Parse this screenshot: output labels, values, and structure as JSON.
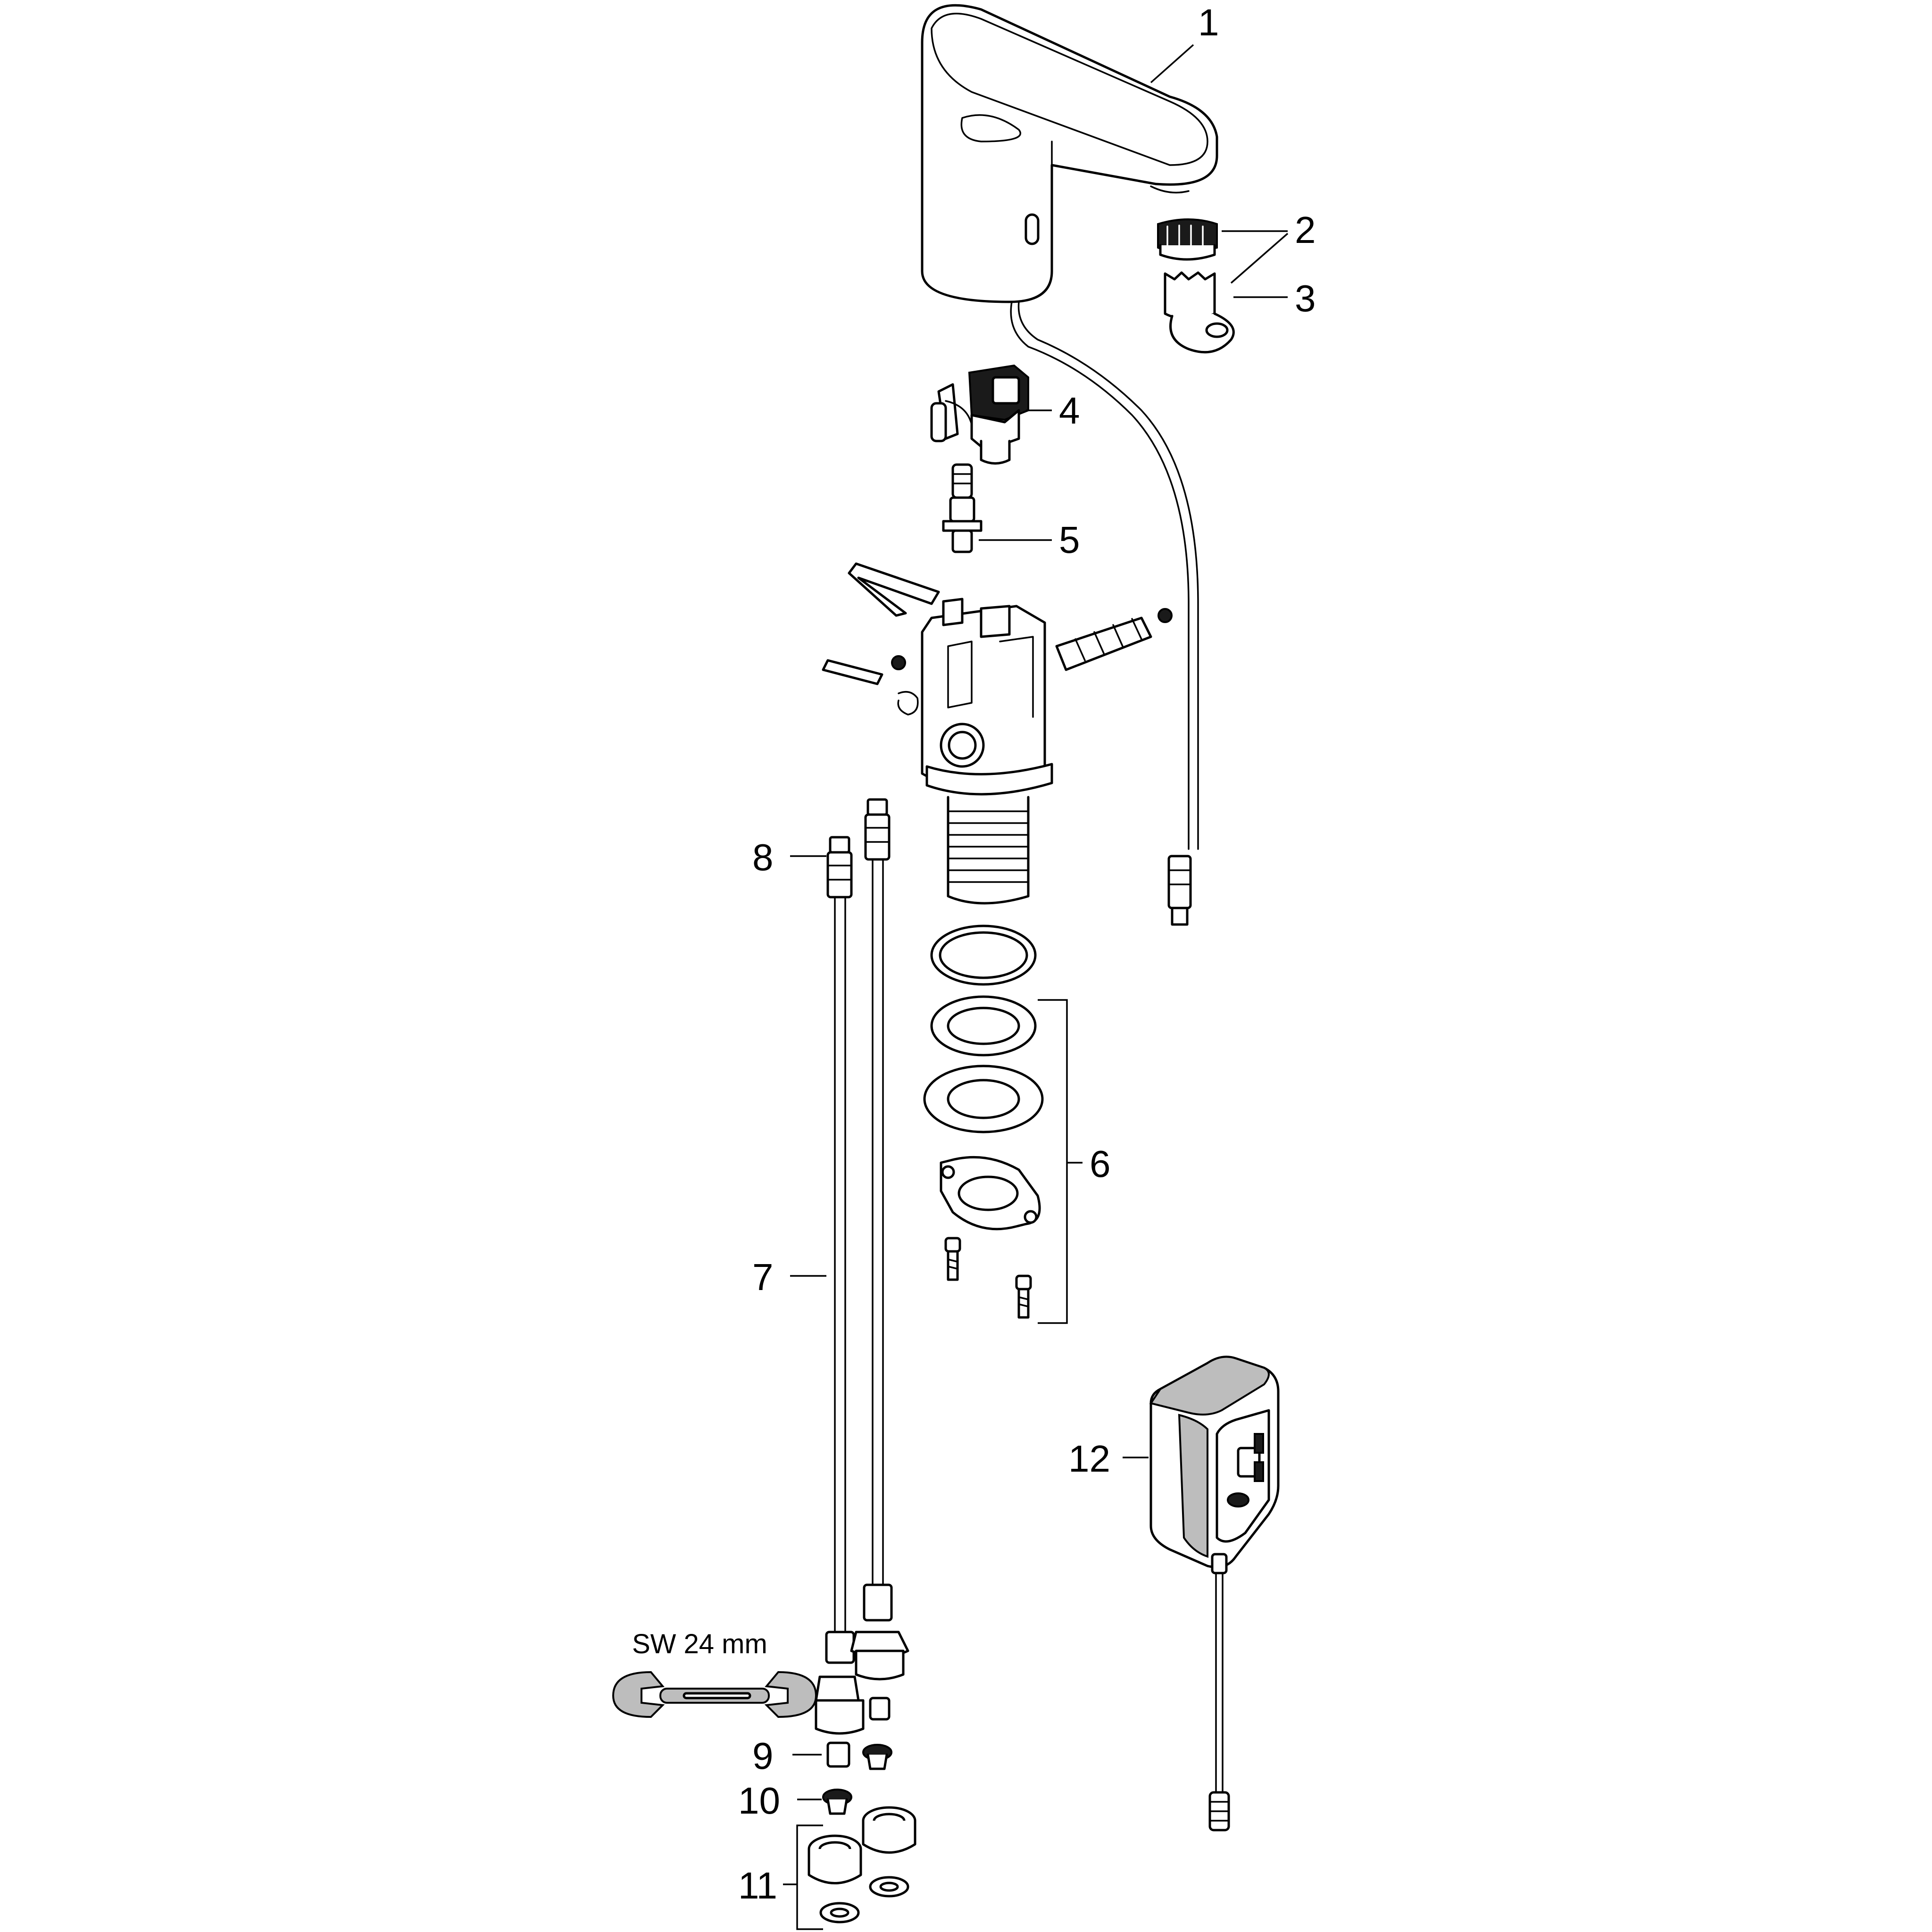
{
  "callouts": {
    "c1": "1",
    "c2": "2",
    "c3": "3",
    "c4": "4",
    "c5": "5",
    "c6": "6",
    "c7": "7",
    "c8": "8",
    "c9": "9",
    "c10": "10",
    "c11": "11",
    "c12": "12"
  },
  "tool_label": "SW 24 mm"
}
